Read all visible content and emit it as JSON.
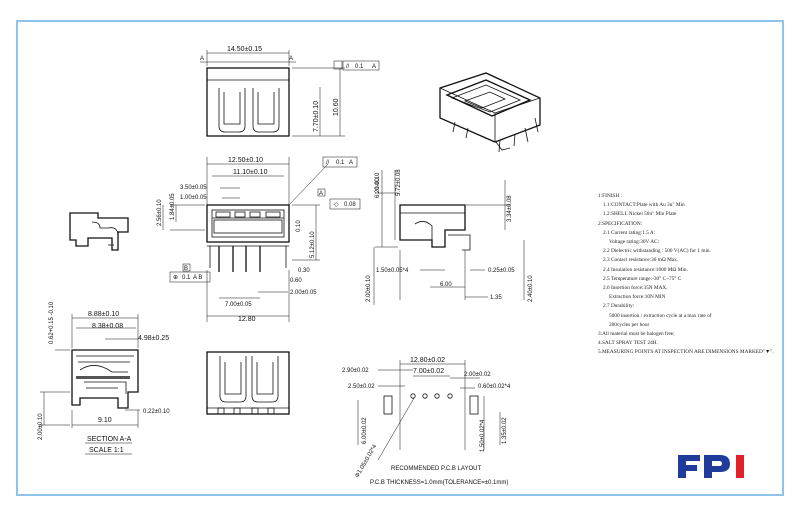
{
  "dimensions": {
    "top_width": "14.50±0.15",
    "top_height": "10.60",
    "top_inner": "7.70±0.10",
    "flatness": "0.1",
    "datum_a": "A",
    "front_w1": "12.50±0.10",
    "front_w2": "11.10±0.10",
    "front_p1": "3.50±0.05",
    "front_p2": "1.00±0.05",
    "front_h1": "2.56±0.10",
    "front_h2": "1.84±0.05",
    "front_h3": "0.10",
    "front_h4": "5.12±0.10",
    "front_p3": "0.30",
    "front_p4": "0.60",
    "front_p5": "2.00±0.05",
    "front_p6": "7.00±0.05",
    "front_w3": "12.80",
    "front_pos": "0.1",
    "front_ab": "A B",
    "front_pos_a": "0.1",
    "front_flat": "0.08",
    "side_h1": "0.00",
    "side_h2": "6.20-0.10",
    "side_h3": "5.72±0.08",
    "side_h4": "3.34±0.08",
    "side_h5": "2.00±0.10",
    "side_h6": "2.40±0.10",
    "side_p1": "1.50±0.05*4",
    "side_p2": "0.25±0.05",
    "side_p3": "6.00",
    "side_p4": "1.35",
    "sec_w1": "8.88±0.10",
    "sec_w2": "8.38±0.08",
    "sec_w3": "4.98±0.25",
    "sec_h1": "0.62+0.15 -0.10",
    "sec_h2": "2.00±0.10",
    "sec_w4": "9.10",
    "sec_w5": "0.22±0.10",
    "section_title": "SECTION A-A",
    "section_scale": "SCALE 1:1",
    "pcb_w1": "12.80±0.02",
    "pcb_w2": "7.00±0.02",
    "pcb_w3": "2.90±0.02",
    "pcb_w4": "2.50±0.02",
    "pcb_w5": "2.00±0.02",
    "pcb_w6": "0.60±0.02*4",
    "pcb_h1": "6.00±0.02",
    "pcb_h2": "1.50±0.02*4",
    "pcb_h3": "1.35±0.02",
    "pcb_hole": "Φ1.05±0.02*4",
    "pcb_title": "RECOMMENDED P.C.B LAYOUT",
    "pcb_thickness": "P.C.B THICKNESS=1.0mm(TOLERANCE=±0.1mm)"
  },
  "notes": [
    "1:FINISH :",
    "1.1:CONTACT:Plate with Au 3u\" Min",
    "1.2:SHELL Nickel 50u\" Min Plate",
    "2:SPECIFICATION:",
    "2.1 Current rating:1.5 A:",
    "Voltage rating:30V AC:",
    "2.2 Dielectric withstanding : 500 V(AC) for 1 min.",
    "2.3 Contact resistance:30 mΩ Max.",
    "2.4 Insulation resistance:1000 MΩ Min.",
    "2.5 Temperature range:-30° C~75° C",
    "2.6 Insertion force:35N MAX.",
    "Extraction force:10N MIN",
    "2.7 Durability:",
    "5000 insertion / extraction cycle at a max  rate of",
    "200cycles per hour",
    "3:All material must be halogen free;",
    "4.SALT SPRAY TEST 24H.",
    "5.MEASURING POINTS AT INSPECTION ARE DIMENSIONS MARKED\"▼\"."
  ],
  "logo": {
    "text": "FPI",
    "color_blue": "#1f3c9a",
    "color_red": "#e0202a"
  },
  "colors": {
    "frame": "#8ec4e8"
  }
}
